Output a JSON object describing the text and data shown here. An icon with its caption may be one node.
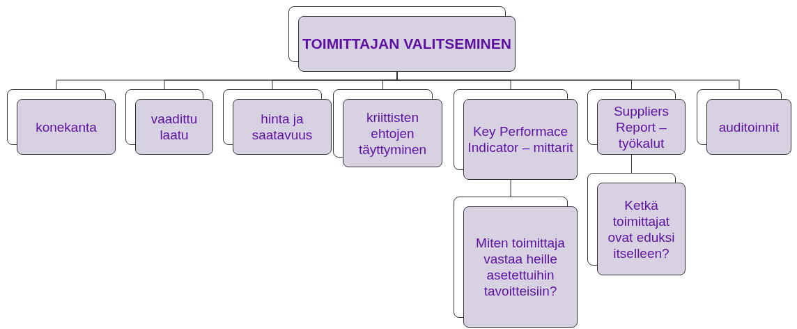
{
  "diagram": {
    "nodes": [
      {
        "text": [
          "TOIMITTAJAN VALITSEMINEN"
        ]
      },
      {
        "text": [
          "konekanta"
        ]
      },
      {
        "text": [
          "vaadittu laatu"
        ]
      },
      {
        "text": [
          "hinta ja saatavuus"
        ]
      },
      {
        "text": [
          "kriittisten ehtojen täyttyminen"
        ]
      },
      {
        "text": [
          "Key Performace Indicator – mittarit"
        ]
      },
      {
        "text": [
          "Miten toimittaja vastaa heille asetettuihin tavoitteisiin?"
        ]
      },
      {
        "text": [
          "Suppliers Report – työkalut"
        ]
      },
      {
        "text": [
          "Ketkä toimittajat ovat eduksi itselleen?"
        ]
      },
      {
        "text": [
          "auditoinnit"
        ]
      }
    ],
    "edges": [
      {
        "from": 0,
        "to": 1,
        "arrow": "none"
      },
      {
        "from": 0,
        "to": 2,
        "arrow": "none"
      },
      {
        "from": 0,
        "to": 3,
        "arrow": "none"
      },
      {
        "from": 0,
        "to": 4,
        "arrow": "none"
      },
      {
        "from": 0,
        "to": 5,
        "arrow": "none"
      },
      {
        "from": 0,
        "to": 7,
        "arrow": "none"
      },
      {
        "from": 0,
        "to": 9,
        "arrow": "none"
      },
      {
        "from": 5,
        "to": 6,
        "arrow": "none"
      },
      {
        "from": 7,
        "to": 8,
        "arrow": "none"
      }
    ]
  }
}
